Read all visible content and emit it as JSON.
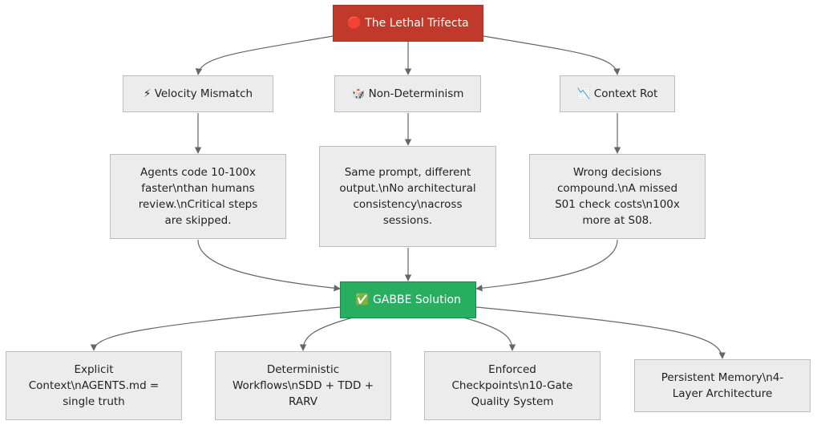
{
  "root": {
    "icon": "🛑",
    "text": "The Lethal Trifecta"
  },
  "problems": [
    {
      "icon": "⚡",
      "title": "Velocity Mismatch",
      "detail": "Agents code 10-100x faster\\nthan humans review.\\nCritical steps are skipped."
    },
    {
      "icon": "🎲",
      "title": "Non-Determinism",
      "detail": "Same prompt, different output.\\nNo architectural consistency\\nacross sessions."
    },
    {
      "icon": "📉",
      "title": "Context Rot",
      "detail": "Wrong decisions compound.\\nA missed S01 check costs\\n100x more at S08."
    }
  ],
  "solution": {
    "icon": "✅",
    "text": "GABBE Solution"
  },
  "outcomes": [
    {
      "text": "Explicit Context\\nAGENTS.md = single truth"
    },
    {
      "text": "Deterministic Workflows\\nSDD + TDD + RARV"
    },
    {
      "text": "Enforced Checkpoints\\n10-Gate Quality System"
    },
    {
      "text": "Persistent Memory\\n4-Layer Architecture"
    }
  ],
  "colors": {
    "root": "#c0392b",
    "solution": "#27ae60",
    "node": "#ececec",
    "edge": "#666666"
  }
}
